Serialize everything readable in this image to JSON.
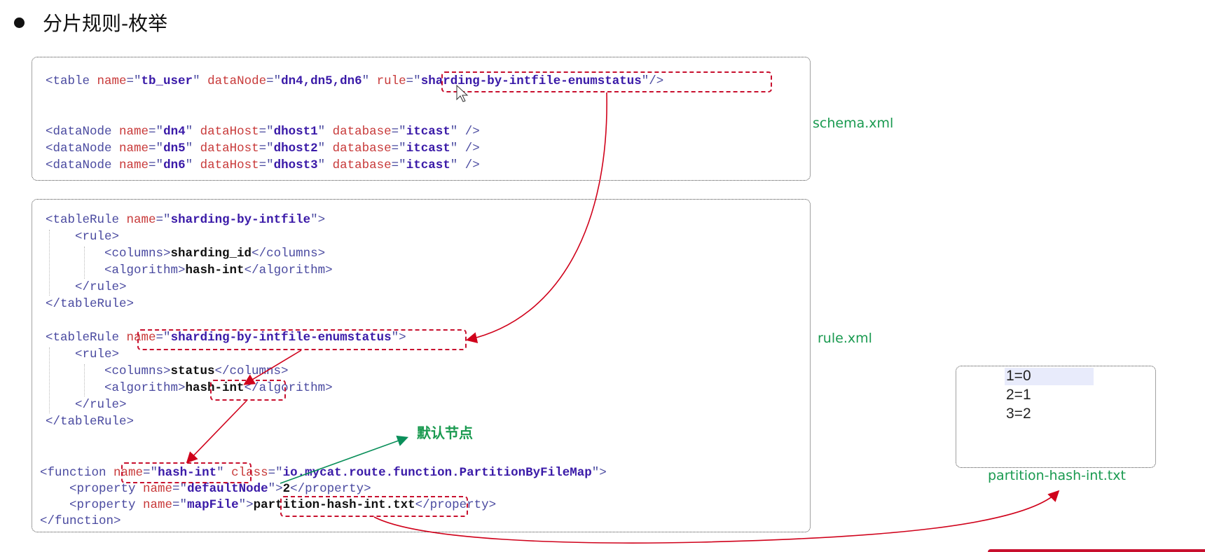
{
  "title": "分片规则-枚举",
  "files": {
    "schema": "schema.xml",
    "rule": "rule.xml",
    "map": "partition-hash-int.txt"
  },
  "annotation": "默认节点",
  "schema_lines": [
    [
      [
        "b",
        "<table "
      ],
      [
        "a",
        "name"
      ],
      [
        "b",
        "=\""
      ],
      [
        "v",
        "tb_user"
      ],
      [
        "b",
        "\" "
      ],
      [
        "a",
        "dataNode"
      ],
      [
        "b",
        "=\""
      ],
      [
        "v",
        "dn4,dn5,dn6"
      ],
      [
        "b",
        "\" "
      ],
      [
        "a",
        "rule"
      ],
      [
        "b",
        "=\""
      ],
      [
        "v",
        "sharding-by-intfile-enumstatus"
      ],
      [
        "b",
        "\"/>"
      ]
    ],
    [],
    [],
    [
      [
        "b",
        "<dataNode "
      ],
      [
        "a",
        "name"
      ],
      [
        "b",
        "=\""
      ],
      [
        "v",
        "dn4"
      ],
      [
        "b",
        "\" "
      ],
      [
        "a",
        "dataHost"
      ],
      [
        "b",
        "=\""
      ],
      [
        "v",
        "dhost1"
      ],
      [
        "b",
        "\" "
      ],
      [
        "a",
        "database"
      ],
      [
        "b",
        "=\""
      ],
      [
        "v",
        "itcast"
      ],
      [
        "b",
        "\" />"
      ]
    ],
    [
      [
        "b",
        "<dataNode "
      ],
      [
        "a",
        "name"
      ],
      [
        "b",
        "=\""
      ],
      [
        "v",
        "dn5"
      ],
      [
        "b",
        "\" "
      ],
      [
        "a",
        "dataHost"
      ],
      [
        "b",
        "=\""
      ],
      [
        "v",
        "dhost2"
      ],
      [
        "b",
        "\" "
      ],
      [
        "a",
        "database"
      ],
      [
        "b",
        "=\""
      ],
      [
        "v",
        "itcast"
      ],
      [
        "b",
        "\" />"
      ]
    ],
    [
      [
        "b",
        "<dataNode "
      ],
      [
        "a",
        "name"
      ],
      [
        "b",
        "=\""
      ],
      [
        "v",
        "dn6"
      ],
      [
        "b",
        "\" "
      ],
      [
        "a",
        "dataHost"
      ],
      [
        "b",
        "=\""
      ],
      [
        "v",
        "dhost3"
      ],
      [
        "b",
        "\" "
      ],
      [
        "a",
        "database"
      ],
      [
        "b",
        "=\""
      ],
      [
        "v",
        "itcast"
      ],
      [
        "b",
        "\" />"
      ]
    ]
  ],
  "rule_lines": [
    [
      [
        "b",
        "<tableRule "
      ],
      [
        "a",
        "name"
      ],
      [
        "b",
        "=\""
      ],
      [
        "v",
        "sharding-by-intfile"
      ],
      [
        "b",
        "\">"
      ]
    ],
    [
      [
        "b",
        "    <rule>"
      ]
    ],
    [
      [
        "b",
        "        <columns>"
      ],
      [
        "k",
        "sharding_id"
      ],
      [
        "b",
        "</columns>"
      ]
    ],
    [
      [
        "b",
        "        <algorithm>"
      ],
      [
        "k",
        "hash-int"
      ],
      [
        "b",
        "</algorithm>"
      ]
    ],
    [
      [
        "b",
        "    </rule>"
      ]
    ],
    [
      [
        "b",
        "</tableRule>"
      ]
    ],
    [],
    [
      [
        "b",
        "<tableRule "
      ],
      [
        "a",
        "name"
      ],
      [
        "b",
        "=\""
      ],
      [
        "v",
        "sharding-by-intfile-enumstatus"
      ],
      [
        "b",
        "\">"
      ]
    ],
    [
      [
        "b",
        "    <rule>"
      ]
    ],
    [
      [
        "b",
        "        <columns>"
      ],
      [
        "k",
        "status"
      ],
      [
        "b",
        "</columns>"
      ]
    ],
    [
      [
        "b",
        "        <algorithm>"
      ],
      [
        "k",
        "hash-int"
      ],
      [
        "b",
        "</algorithm>"
      ]
    ],
    [
      [
        "b",
        "    </rule>"
      ]
    ],
    [
      [
        "b",
        "</tableRule>"
      ]
    ]
  ],
  "function_lines": [
    [
      [
        "b",
        "<function "
      ],
      [
        "a",
        "name"
      ],
      [
        "b",
        "=\""
      ],
      [
        "v",
        "hash-int"
      ],
      [
        "b",
        "\" "
      ],
      [
        "a",
        "class"
      ],
      [
        "b",
        "=\""
      ],
      [
        "v",
        "io.mycat.route.function.PartitionByFileMap"
      ],
      [
        "b",
        "\">"
      ]
    ],
    [
      [
        "b",
        "    <property "
      ],
      [
        "a",
        "name"
      ],
      [
        "b",
        "=\""
      ],
      [
        "v",
        "defaultNode"
      ],
      [
        "b",
        "\">"
      ],
      [
        "k",
        "2"
      ],
      [
        "b",
        "</property>"
      ]
    ],
    [
      [
        "b",
        "    <property "
      ],
      [
        "a",
        "name"
      ],
      [
        "b",
        "=\""
      ],
      [
        "v",
        "mapFile"
      ],
      [
        "b",
        "\">"
      ],
      [
        "k",
        "partition-hash-int.txt"
      ],
      [
        "b",
        "</property>"
      ]
    ],
    [
      [
        "b",
        "</function>"
      ]
    ]
  ],
  "map_lines": [
    "1=0",
    "2=1",
    "3=2"
  ],
  "colors": {
    "arrow_red": "#d0021b",
    "arrow_green": "#0a8f5a",
    "label_green": "#1a9a50"
  }
}
